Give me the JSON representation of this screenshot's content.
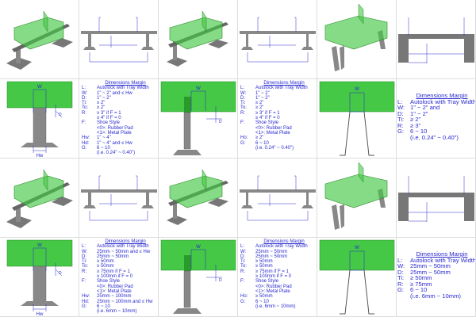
{
  "colors": {
    "tray": "#45c845",
    "steel": "#8c8c8c",
    "dim": "#2a2ad0"
  },
  "specs": {
    "imperial_post": {
      "title": "Dimensions Margin",
      "rows": [
        [
          "L:",
          "Autolock with Tray Width"
        ],
        [
          "W:",
          "1\" ~ 2\" and ≤ Hw"
        ],
        [
          "D:",
          "1\" ~ 2\""
        ],
        [
          "Ti:",
          "≥ 2\""
        ],
        [
          "To:",
          "≥ 2\""
        ],
        [
          "R:",
          "≥ 3\" if F = 1"
        ],
        [
          "",
          "≥ 4\" if F = 0"
        ],
        [
          "F:",
          "Shoe Style"
        ],
        [
          "",
          "<0>: Rubber Pad"
        ],
        [
          "",
          "<1>: Metal Plate"
        ],
        [
          "Hw:",
          "1\" ~ 4\""
        ],
        [
          "Hd:",
          "1\" ~ 4\" and ≤ Hw"
        ],
        [
          "G:",
          "6 ~ 10"
        ],
        [
          "",
          "(i.e. 0.24\" ~ 0.40\")"
        ]
      ]
    },
    "imperial_rod": {
      "title": "Dimensions Margin",
      "rows": [
        [
          "L:",
          "Autolock with Tray Width"
        ],
        [
          "W:",
          "1\" ~ 2\""
        ],
        [
          "D:",
          "1\" ~ 2\""
        ],
        [
          "Ti:",
          "≥ 2\""
        ],
        [
          "To:",
          "≥ 2\""
        ],
        [
          "R:",
          "≥ 3\" if F = 1"
        ],
        [
          "",
          "≥ 4\" if F = 0"
        ],
        [
          "F:",
          "Shoe Style"
        ],
        [
          "",
          "<0>: Rubber Pad"
        ],
        [
          "",
          "<1>: Metal Plate"
        ],
        [
          "Ho:",
          "≥ 2\""
        ],
        [
          "G:",
          "6 ~ 10"
        ],
        [
          "",
          "(i.e. 0.24\" ~ 0.40\")"
        ]
      ]
    },
    "imperial_frame": {
      "title": "Dimensions Margin",
      "rows": [
        [
          "L:",
          "Autolock with Tray Width"
        ],
        [
          "W:",
          "1\" ~ 2\" and"
        ],
        [
          "D:",
          "1\" ~ 2\""
        ],
        [
          "Ti:",
          "≥ 2\""
        ],
        [
          "R:",
          "≥ 3\""
        ],
        [
          "G:",
          "6 ~ 10"
        ],
        [
          "",
          "(i.e. 0.24\" ~ 0.40\")"
        ]
      ]
    },
    "metric_post": {
      "title": "Dimensions Margin",
      "rows": [
        [
          "L:",
          "Autolock with Tray Width"
        ],
        [
          "W:",
          "25mm ~ 50mm and ≤ Hw"
        ],
        [
          "D:",
          "25mm ~ 50mm"
        ],
        [
          "Ti:",
          "≥ 50mm"
        ],
        [
          "To:",
          "≥ 50mm"
        ],
        [
          "R:",
          "≥ 75mm if F = 1"
        ],
        [
          "",
          "≥ 100mm if F = 0"
        ],
        [
          "F:",
          "Shoe Style"
        ],
        [
          "",
          "<0>: Rubber Pad"
        ],
        [
          "",
          "<1>: Metal Plate"
        ],
        [
          "Hw:",
          "25mm ~ 100mm"
        ],
        [
          "Hd:",
          "25mm ~ 100mm and ≤ Hw"
        ],
        [
          "G:",
          "6 ~ 10"
        ],
        [
          "",
          "(i.e. 6mm ~ 10mm)"
        ]
      ]
    },
    "metric_rod": {
      "title": "Dimensions Margin",
      "rows": [
        [
          "L:",
          "Autolock with Tray Width"
        ],
        [
          "W:",
          "25mm ~ 50mm"
        ],
        [
          "D:",
          "25mm ~ 50mm"
        ],
        [
          "Ti:",
          "≥ 50mm"
        ],
        [
          "To:",
          "≥ 50mm"
        ],
        [
          "R:",
          "≥ 75mm if F = 1"
        ],
        [
          "",
          "≥ 100mm if F = 0"
        ],
        [
          "F:",
          "Shoe Style"
        ],
        [
          "",
          "<0>: Rubber Pad"
        ],
        [
          "",
          "<1>: Metal Plate"
        ],
        [
          "Ho:",
          "≥ 50mm"
        ],
        [
          "G:",
          "6 ~ 10"
        ],
        [
          "",
          "(i.e. 6mm ~ 10mm)"
        ]
      ]
    },
    "metric_frame": {
      "title": "Dimensions Margin",
      "rows": [
        [
          "L:",
          "Autolock with Tray Width"
        ],
        [
          "W:",
          "25mm ~ 50mm"
        ],
        [
          "D:",
          "25mm ~ 50mm"
        ],
        [
          "Ti:",
          "≥ 50mm"
        ],
        [
          "R:",
          "≥ 75mm"
        ],
        [
          "G:",
          "6 ~ 10"
        ],
        [
          "",
          "(i.e. 6mm ~ 10mm)"
        ]
      ]
    }
  },
  "labels": {
    "w": "W",
    "hw": "Hw",
    "d": "D"
  }
}
